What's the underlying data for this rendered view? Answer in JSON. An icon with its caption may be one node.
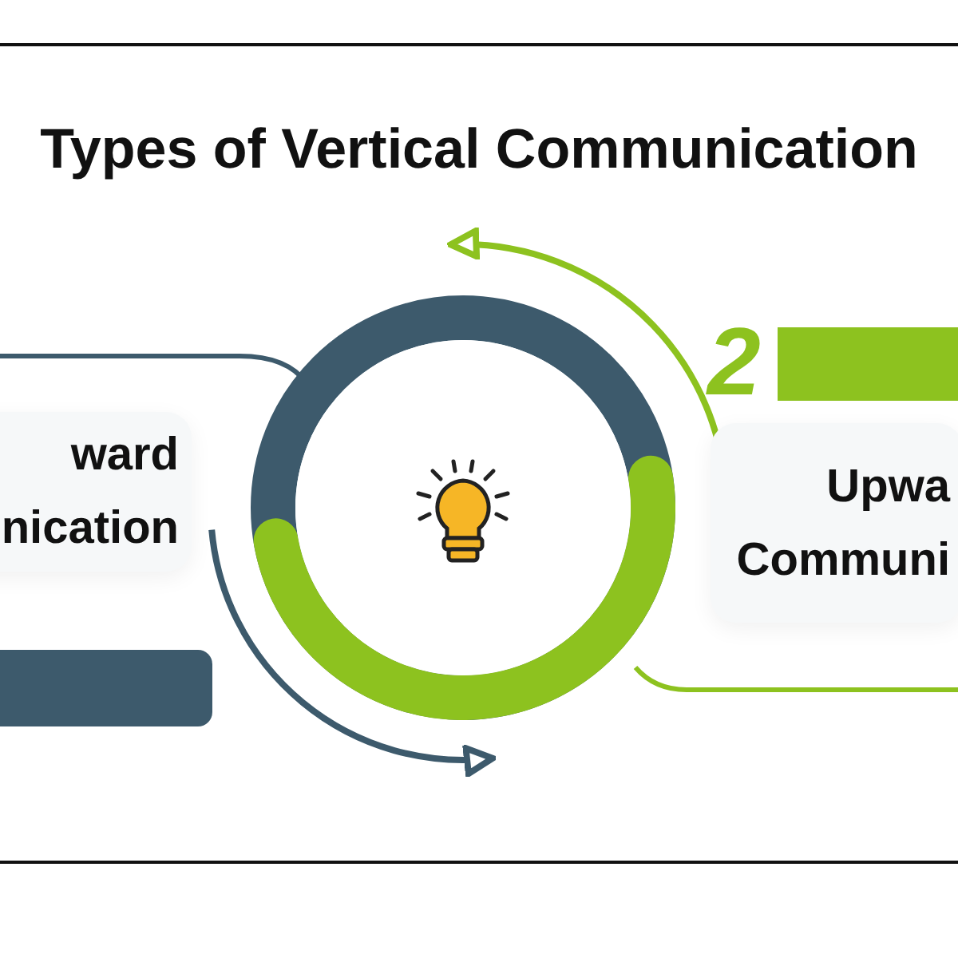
{
  "diagram": {
    "title": "Types of Vertical Communication",
    "nodes": [
      {
        "text": [
          "ward nication"
        ]
      },
      {
        "text": [],
        "shape": "circle"
      },
      {
        "text": [
          "Upwa Communi"
        ]
      }
    ],
    "labels": [
      "2"
    ]
  }
}
